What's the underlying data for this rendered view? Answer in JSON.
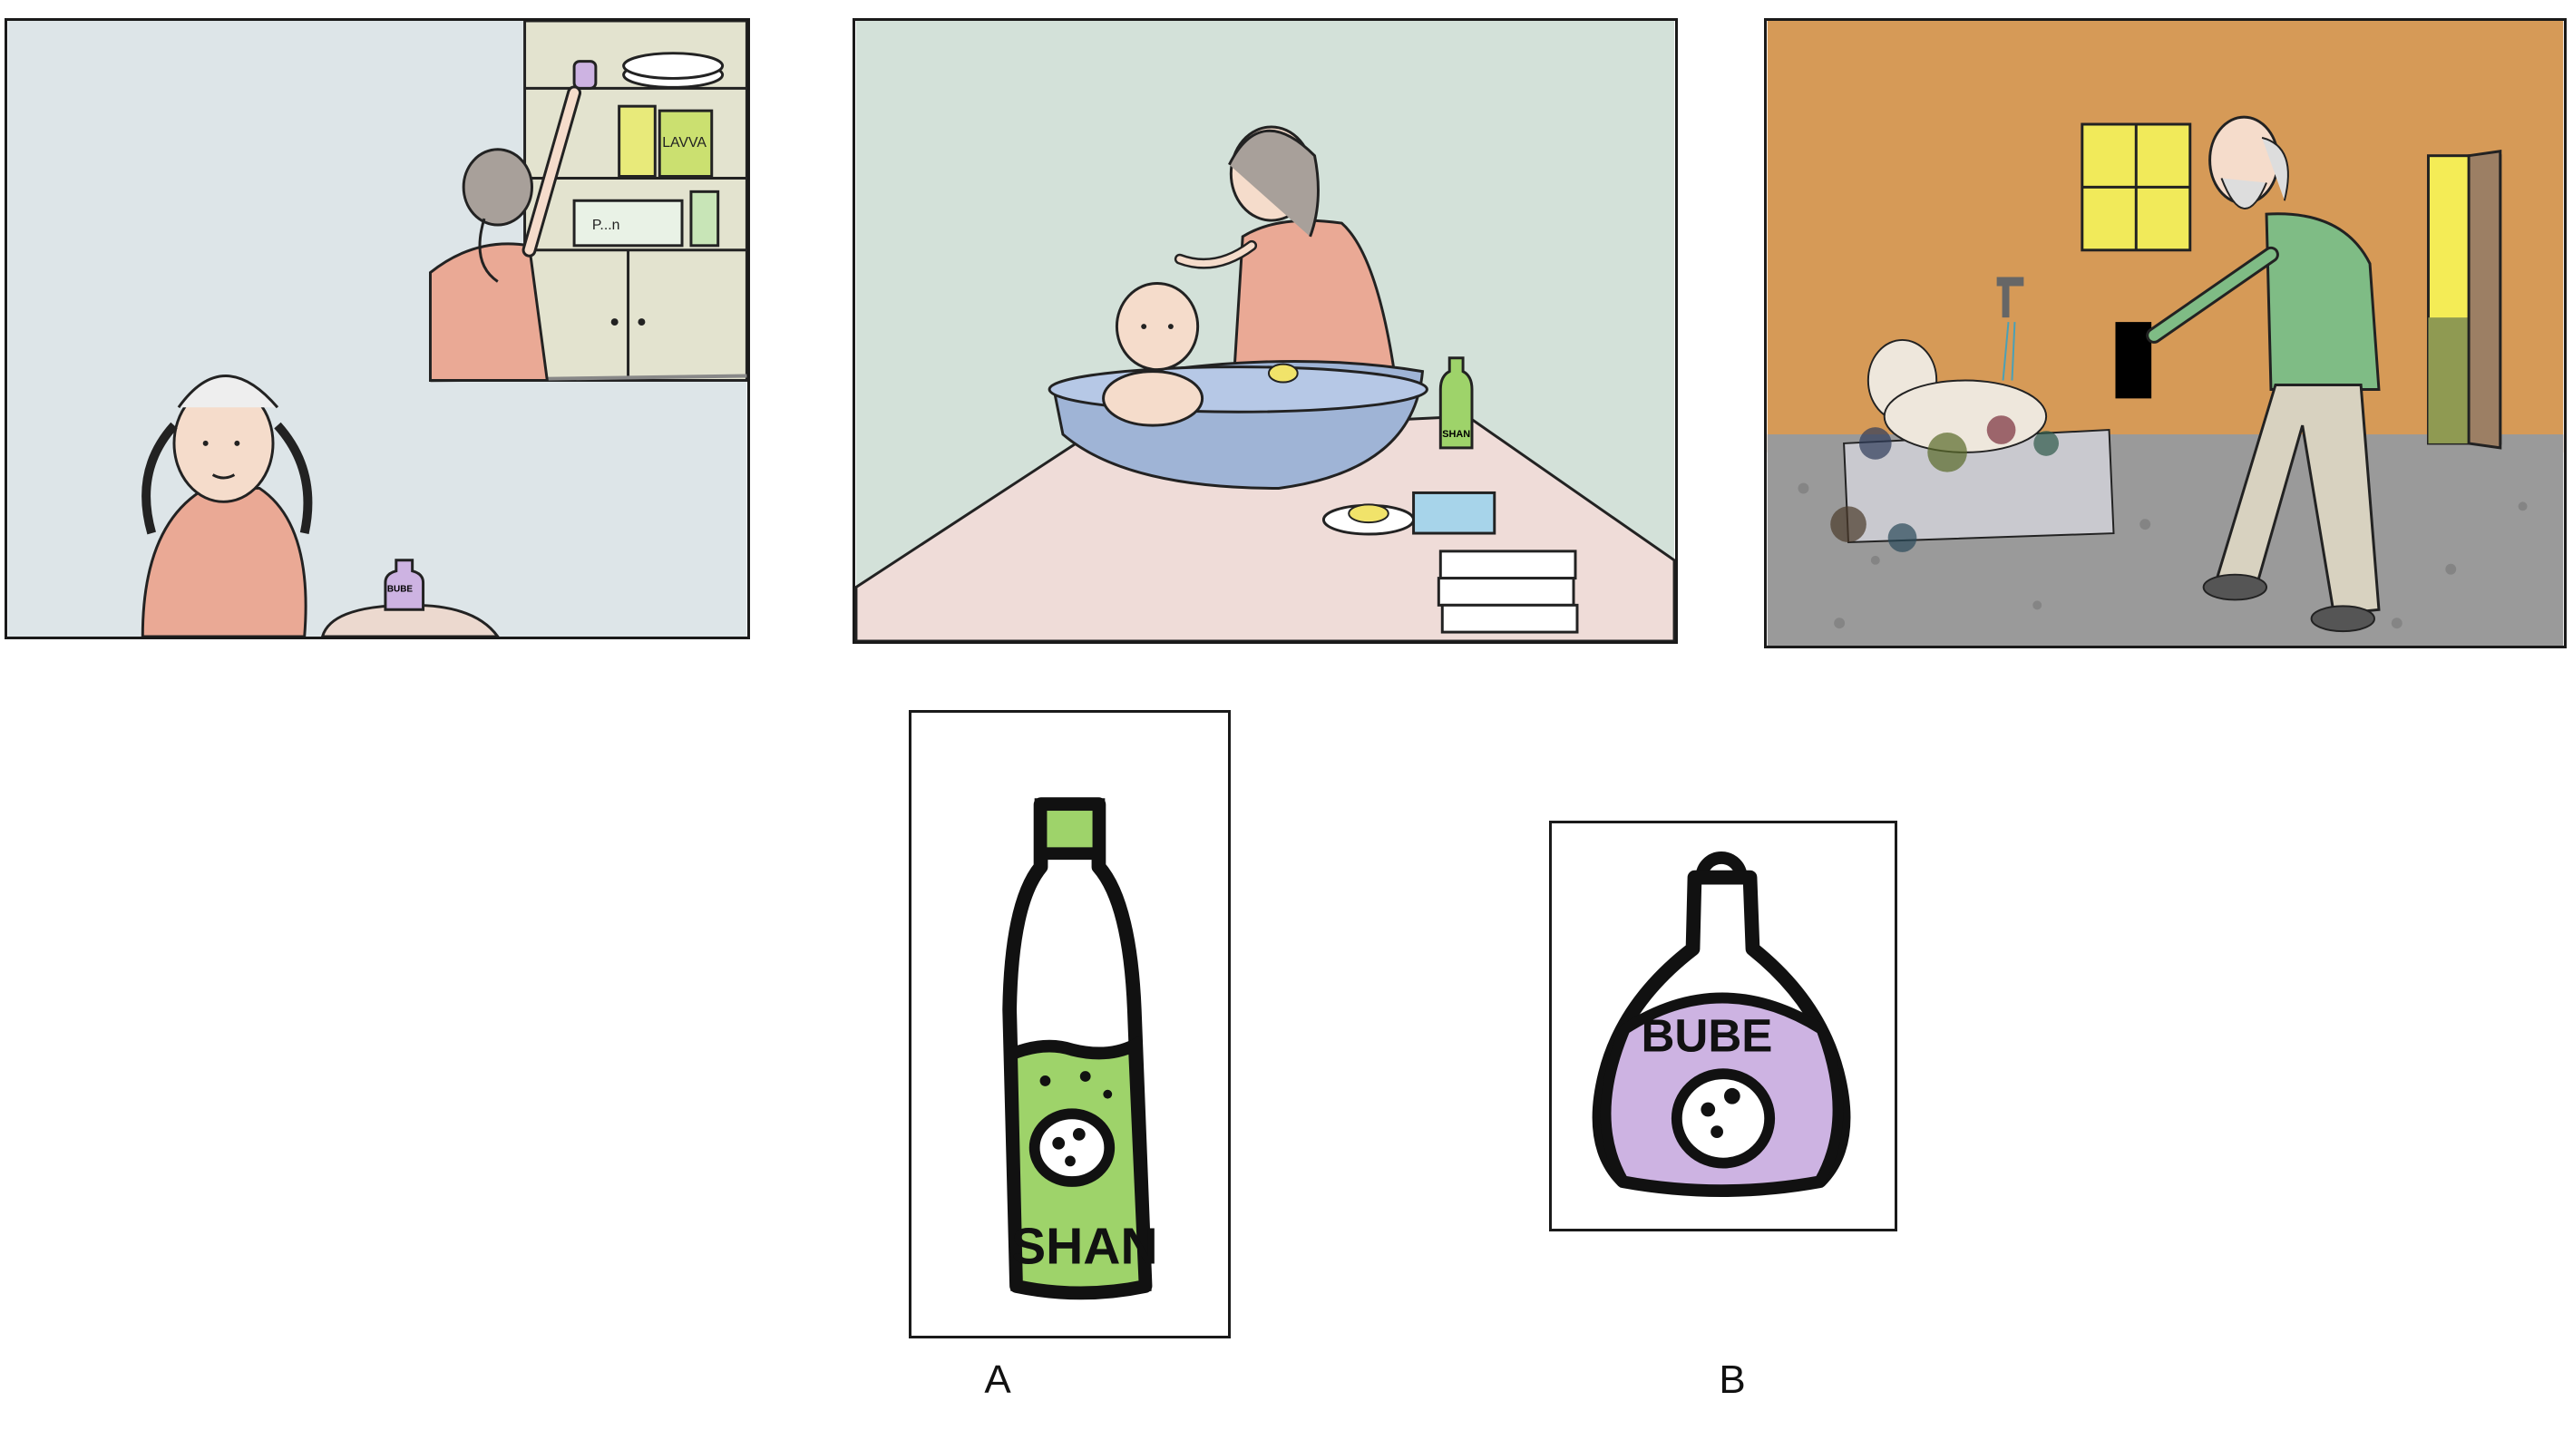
{
  "scenes": [
    {
      "id": "scene-1",
      "description_text": "",
      "bottle_label": "BUBE"
    },
    {
      "id": "scene-2",
      "description_text": "",
      "bottle_label": "SHAN"
    },
    {
      "id": "scene-3",
      "description_text": ""
    }
  ],
  "shelf_labels": {
    "box1": "LAVVA",
    "box2": "P...n"
  },
  "options": [
    {
      "letter": "A",
      "bottle_text": "SHAN"
    },
    {
      "letter": "B",
      "bottle_text": "BUBE"
    }
  ],
  "colors": {
    "panel1_bg": "#dde5e8",
    "panel2_bg": "#d3e1d9",
    "panel3_wall": "#d69a57",
    "shirt": "#eaa995",
    "green_bottle": "#9ed36a",
    "purple_bottle": "#cdb3e2",
    "tub": "#9fb4d6",
    "man_shirt": "#7fbc85"
  }
}
